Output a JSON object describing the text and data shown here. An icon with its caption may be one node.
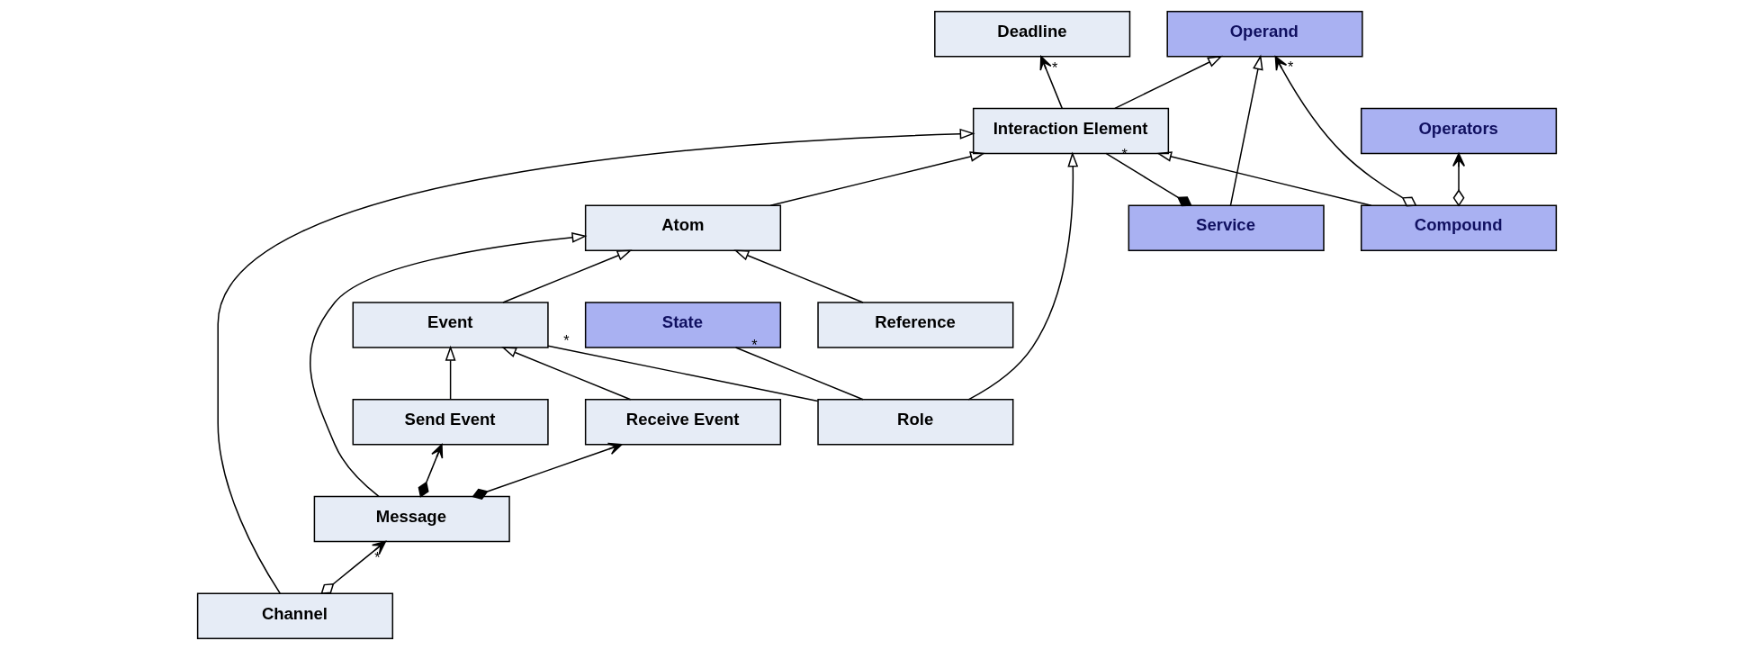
{
  "diagram": {
    "nodes": [
      {
        "text": [
          "Service"
        ]
      },
      {
        "text": [
          "Interaction Element"
        ]
      },
      {
        "text": [
          "Deadline"
        ]
      },
      {
        "text": [
          "Operand"
        ]
      },
      {
        "text": [
          "Compound"
        ]
      },
      {
        "text": [
          "Role"
        ]
      },
      {
        "text": [
          "Atom"
        ]
      },
      {
        "text": [
          "Channel"
        ]
      },
      {
        "text": [
          "Operators"
        ]
      },
      {
        "text": [
          "State"
        ]
      },
      {
        "text": [
          "Event"
        ]
      },
      {
        "text": [
          "Reference"
        ]
      },
      {
        "text": [
          "Message"
        ]
      },
      {
        "text": [
          "Send Event"
        ]
      },
      {
        "text": [
          "Receive Event"
        ]
      }
    ],
    "edges": [
      {
        "from": 0,
        "to": 1,
        "arrow": "other",
        "label": "*"
      },
      {
        "from": 0,
        "to": 3,
        "arrow": "to"
      },
      {
        "from": 1,
        "to": 3,
        "arrow": "to"
      },
      {
        "from": 1,
        "to": 2,
        "arrow": "to",
        "label": "*"
      },
      {
        "from": 4,
        "to": 3,
        "arrow": "to",
        "label": "*"
      },
      {
        "from": 4,
        "to": 8,
        "arrow": "to"
      },
      {
        "from": 4,
        "to": 1,
        "arrow": "to"
      },
      {
        "from": 5,
        "to": 1,
        "arrow": "to"
      },
      {
        "from": 6,
        "to": 1,
        "arrow": "to"
      },
      {
        "from": 7,
        "to": 1,
        "arrow": "to"
      },
      {
        "from": 5,
        "to": 9,
        "arrow": "none",
        "label": "*"
      },
      {
        "from": 5,
        "to": 10,
        "arrow": "none",
        "label": "*"
      },
      {
        "from": 10,
        "to": 6,
        "arrow": "to"
      },
      {
        "from": 11,
        "to": 6,
        "arrow": "to"
      },
      {
        "from": 12,
        "to": 6,
        "arrow": "to"
      },
      {
        "from": 7,
        "to": 12,
        "arrow": "to",
        "label": "*"
      },
      {
        "from": 13,
        "to": 10,
        "arrow": "to"
      },
      {
        "from": 14,
        "to": 10,
        "arrow": "to"
      },
      {
        "from": 12,
        "to": 14,
        "arrow": "to"
      },
      {
        "from": 12,
        "to": 13,
        "arrow": "to"
      }
    ]
  }
}
